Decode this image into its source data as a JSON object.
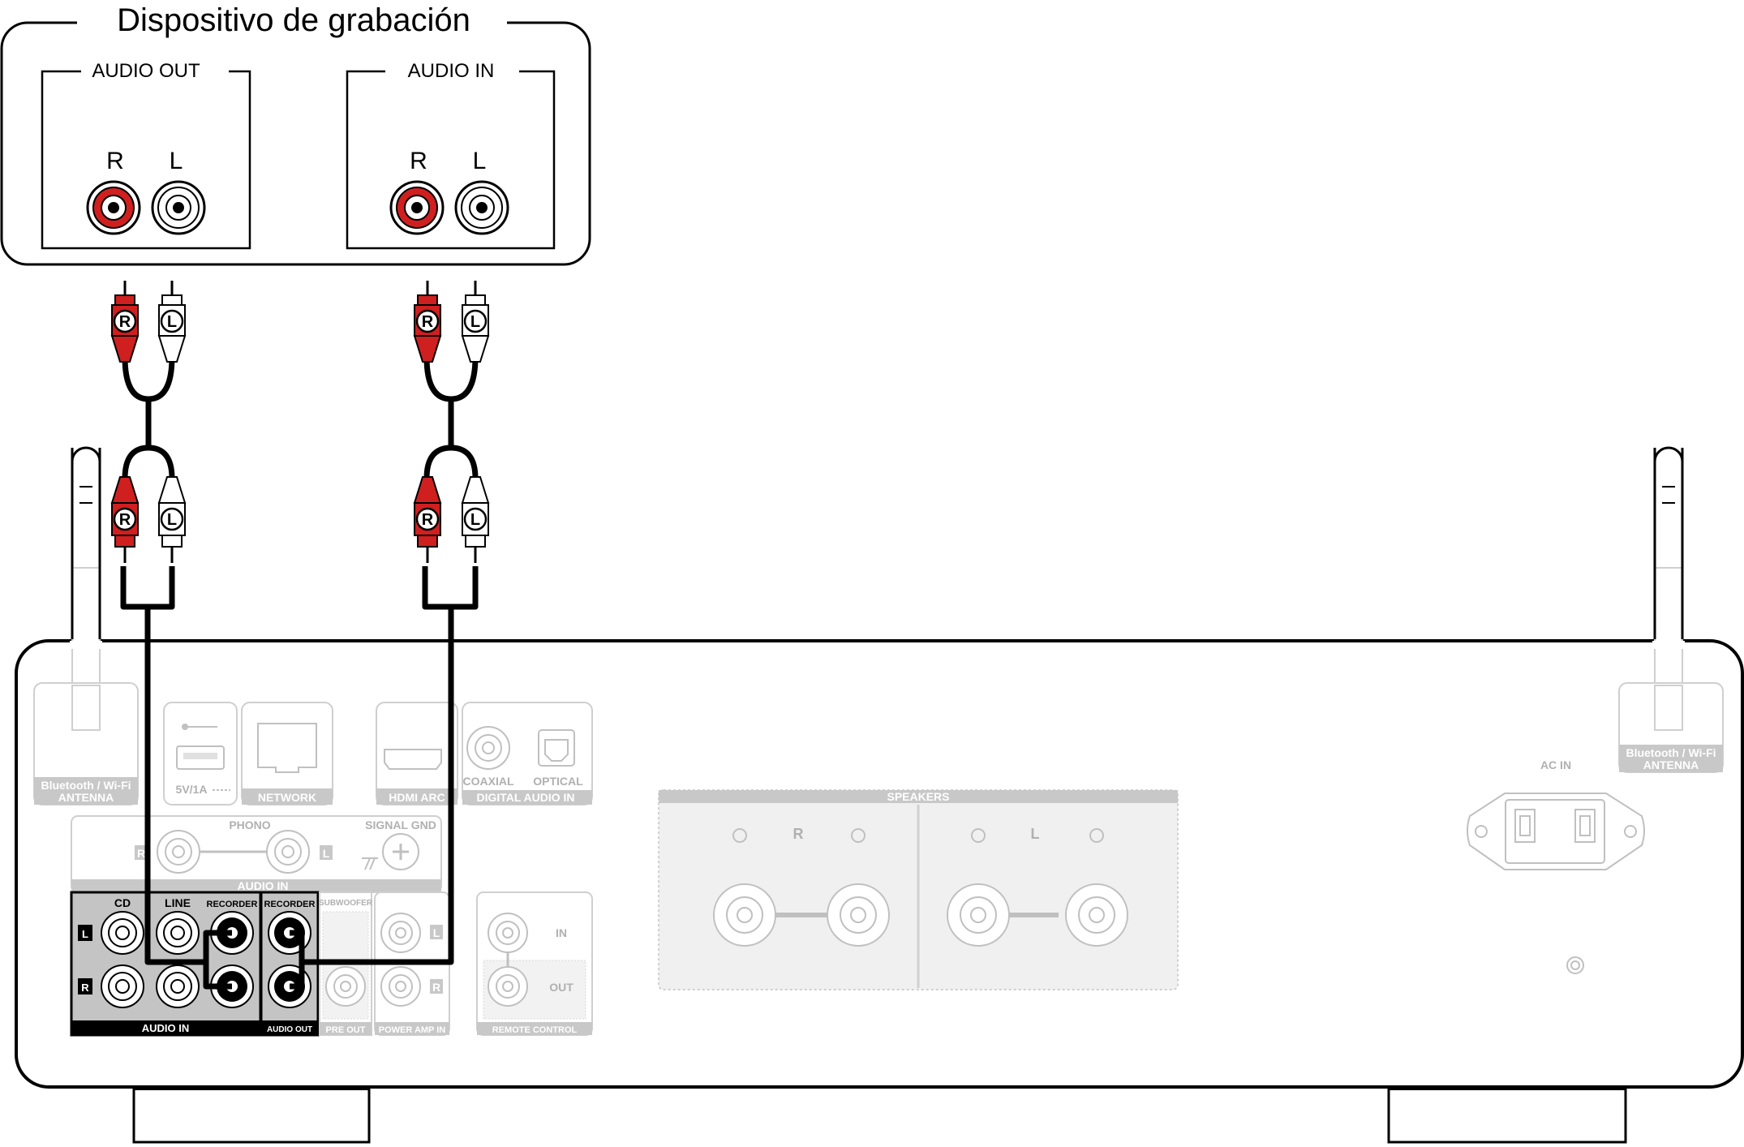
{
  "device": {
    "title": "Dispositivo de grabación",
    "audio_out_label": "AUDIO OUT",
    "audio_in_label": "AUDIO IN",
    "r": "R",
    "l": "L"
  },
  "plugs": {
    "r": "R",
    "l": "L"
  },
  "panel": {
    "antenna_left": [
      "Bluetooth / Wi-Fi",
      "ANTENNA"
    ],
    "antenna_right": [
      "Bluetooth / Wi-Fi",
      "ANTENNA"
    ],
    "usb": "5V/1A",
    "network": "NETWORK",
    "hdmi": "HDMI ARC",
    "coaxial": "COAXIAL",
    "optical": "OPTICAL",
    "digital_audio_in": "DIGITAL AUDIO IN",
    "phono": "PHONO",
    "signal_gnd": "SIGNAL GND",
    "audio_in_top": "AUDIO IN",
    "cd": "CD",
    "line": "LINE",
    "recorder": "RECORDER",
    "audio_in_bottom": "AUDIO IN",
    "audio_out": "AUDIO OUT",
    "subwoofer": "SUBWOOFER",
    "pre_out": "PRE OUT",
    "power_amp_in": "POWER AMP IN",
    "in": "IN",
    "out": "OUT",
    "remote_control": "REMOTE CONTROL",
    "speakers": "SPEAKERS",
    "ac_in": "AC IN",
    "l": "L",
    "r": "R"
  }
}
